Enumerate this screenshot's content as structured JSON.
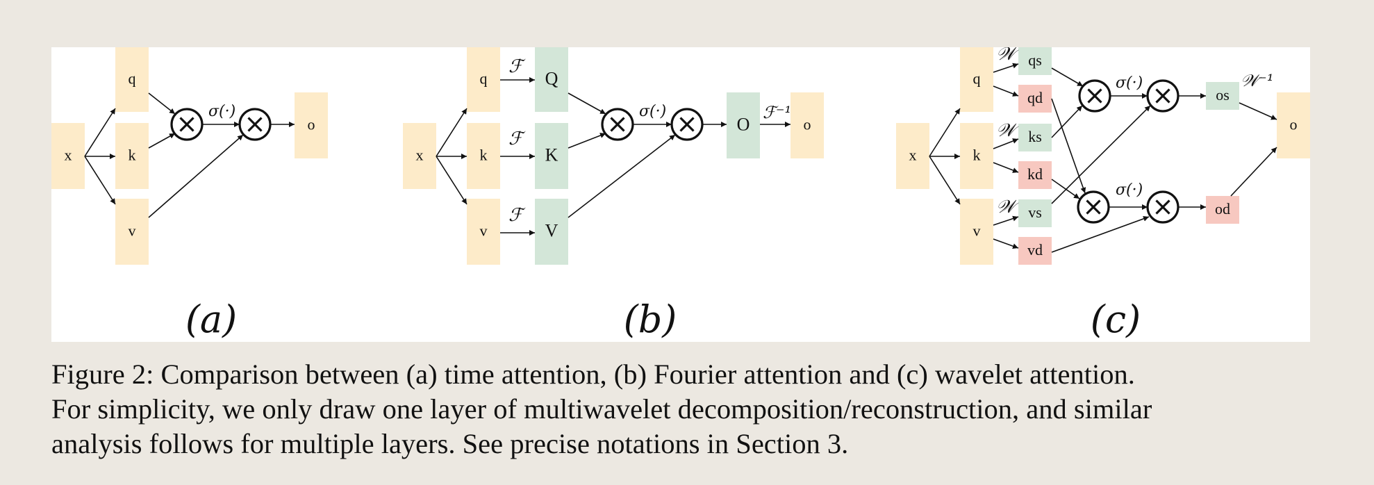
{
  "colors": {
    "background": "#ece8e1",
    "panel": "#ffffff",
    "input_box": "#fdebc9",
    "transform_box": "#d3e6d8",
    "detail_box": "#f7c8c0"
  },
  "icons": {
    "multiply": "circled-times-icon",
    "arrow": "arrowhead"
  },
  "diagram": {
    "panels": [
      {
        "id": "a",
        "label": "(a)",
        "nodes": {
          "x": "x",
          "q": "q",
          "k": "k",
          "v": "v",
          "o": "o"
        },
        "sigma": "σ(·)"
      },
      {
        "id": "b",
        "label": "(b)",
        "nodes": {
          "x": "x",
          "q": "q",
          "k": "k",
          "v": "v",
          "Q": "Q",
          "K": "K",
          "V": "V",
          "O": "O",
          "o": "o"
        },
        "transform": "ℱ",
        "inverse_transform": "ℱ⁻¹",
        "sigma": "σ(·)"
      },
      {
        "id": "c",
        "label": "(c)",
        "nodes": {
          "x": "x",
          "q": "q",
          "k": "k",
          "v": "v",
          "qs": "qs",
          "qd": "qd",
          "ks": "ks",
          "kd": "kd",
          "vs": "vs",
          "vd": "vd",
          "os": "os",
          "od": "od",
          "o": "o"
        },
        "transform": "𝒲",
        "inverse_transform": "𝒲⁻¹",
        "sigma_top": "σ(·)",
        "sigma_bottom": "σ(·)"
      }
    ]
  },
  "caption": {
    "line1": "Figure 2: Comparison between (a) time attention, (b) Fourier attention and (c) wavelet attention.",
    "line2": "For simplicity, we only draw one layer of multiwavelet decomposition/reconstruction, and similar",
    "line3": "analysis follows for multiple layers. See precise notations in Section 3."
  }
}
